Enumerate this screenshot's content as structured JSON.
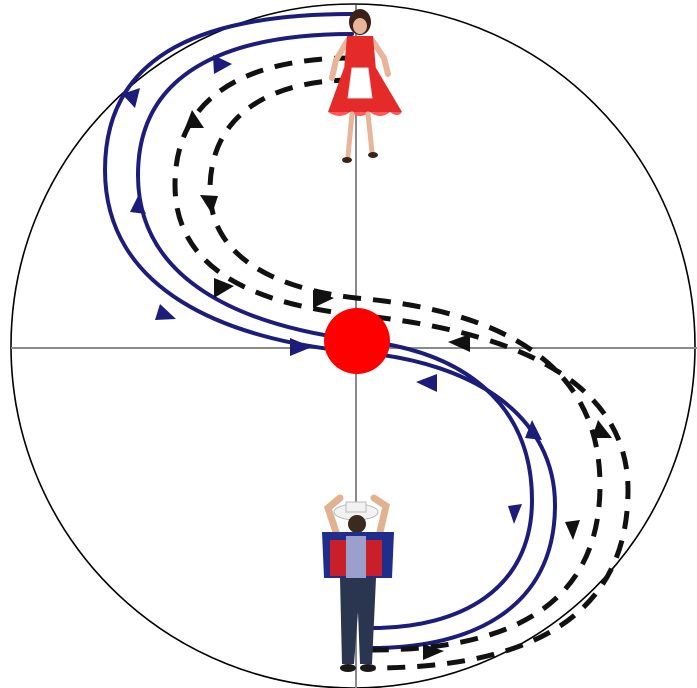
{
  "diagram": {
    "description_visible_text": "",
    "colors": {
      "background": "#ffffff",
      "circle_outline": "#000000",
      "axis_lines": "#8a8a8a",
      "center_dot": "#ff0000",
      "solid_path": "#1c1c7a",
      "dashed_path": "#111111",
      "woman_dress": "#e52a2a",
      "man_shirt_blue": "#1f2e8c",
      "man_shirt_red": "#c81f2a",
      "man_jeans": "#2a3550"
    },
    "figures": [
      {
        "role": "dancer-woman",
        "position": "top"
      },
      {
        "role": "dancer-man",
        "position": "bottom"
      }
    ],
    "paths": [
      {
        "style": "solid",
        "count": 2,
        "shape": "s-curve"
      },
      {
        "style": "dashed",
        "count": 2,
        "shape": "s-curve"
      }
    ]
  }
}
